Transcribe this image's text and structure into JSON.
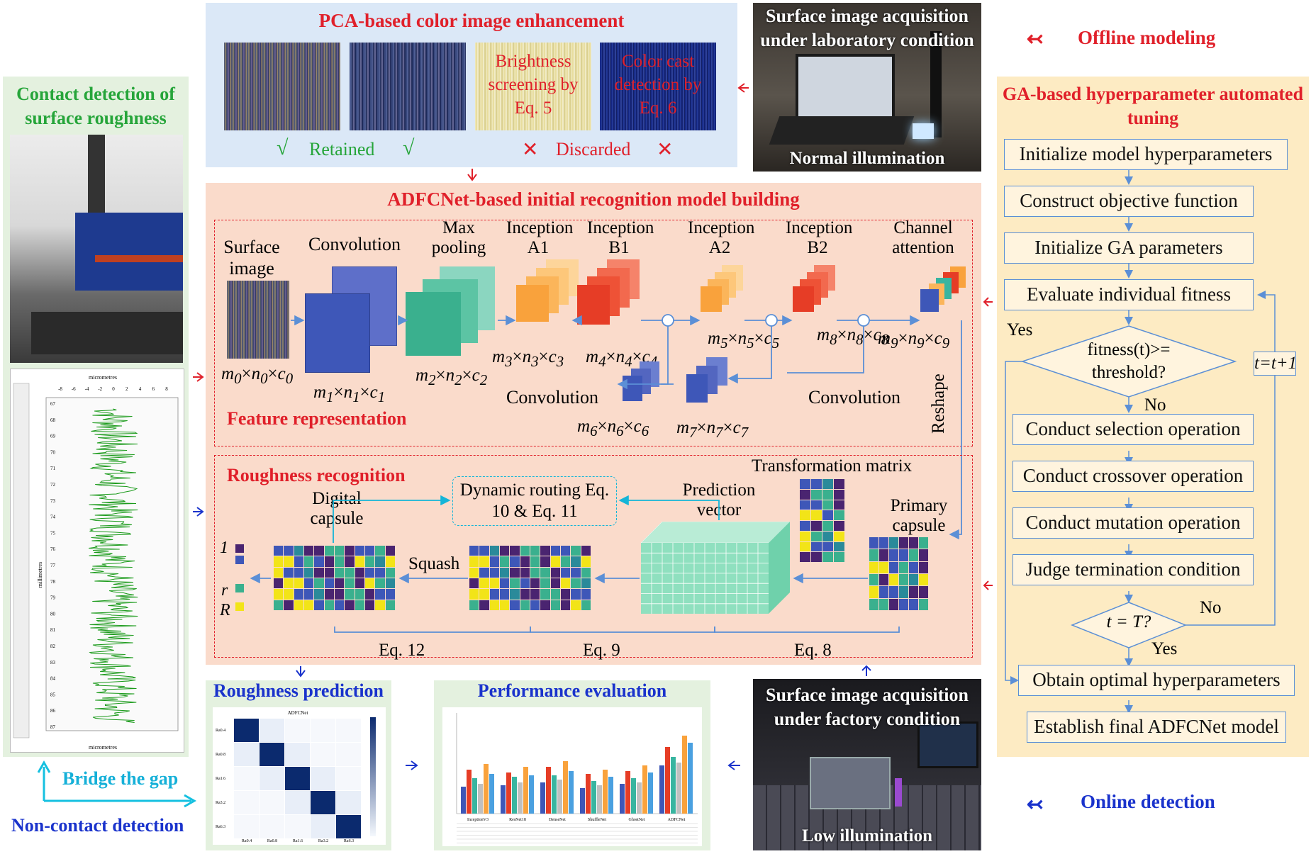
{
  "pca": {
    "title": "PCA-based color image enhancement",
    "brightness": "Brightness screening by Eq. 5",
    "colorcast": "Color cast detection by Eq. 6",
    "retained": "Retained",
    "discarded": "Discarded",
    "check": "√",
    "cross": "✕"
  },
  "lab": {
    "title": "Surface image acquisition under laboratory condition",
    "caption": "Normal illumination"
  },
  "offline": "Offline modeling",
  "online": "Online detection",
  "contact": {
    "title": "Contact detection of surface roughness",
    "plot_title": "micrometres",
    "plot_xlabel": "micrometres",
    "plot_ylabel": "millimetres",
    "plot_yticks": [
      "67",
      "68",
      "69",
      "70",
      "71",
      "72",
      "73",
      "74",
      "75",
      "76",
      "77",
      "78",
      "79",
      "80",
      "81",
      "82",
      "83",
      "84",
      "85",
      "86",
      "87"
    ],
    "plot_xticks": [
      "-8",
      "-6",
      "-4",
      "-2",
      "0",
      "2",
      "4",
      "6",
      "8"
    ]
  },
  "bridge": "Bridge the gap",
  "noncontact": "Non-contact detection",
  "adfc": {
    "title": "ADFCNet-based initial recognition model building",
    "feature": "Feature representation",
    "surface": "Surface image",
    "conv": "Convolution",
    "maxpool": "Max pooling",
    "incA1": "Inception A1",
    "incB1": "Inception B1",
    "incA2": "Inception A2",
    "incB2": "Inception B2",
    "channel": "Channel attention",
    "conv2": "Convolution",
    "conv3": "Convolution",
    "reshape": "Reshape",
    "dims": {
      "m0": [
        "m",
        "0",
        "×",
        "n",
        "0",
        "×",
        "c",
        "0"
      ],
      "m1": [
        "m",
        "1",
        "×",
        "n",
        "1",
        "×",
        "c",
        "1"
      ],
      "m2": [
        "m",
        "2",
        "×",
        "n",
        "2",
        "×",
        "c",
        "2"
      ],
      "m3": [
        "m",
        "3",
        "×",
        "n",
        "3",
        "×",
        "c",
        "3"
      ],
      "m4": [
        "m",
        "4",
        "×",
        "n",
        "4",
        "×",
        "c",
        "4"
      ],
      "m5": [
        "m",
        "5",
        "×",
        "n",
        "5",
        "×",
        "c",
        "5"
      ],
      "m6": [
        "m",
        "6",
        "×",
        "n",
        "6",
        "×",
        "c",
        "6"
      ],
      "m7": [
        "m",
        "7",
        "×",
        "n",
        "7",
        "×",
        "c",
        "7"
      ],
      "m8": [
        "m",
        "8",
        "×",
        "n",
        "8",
        "×",
        "c",
        "8"
      ],
      "m9": [
        "m",
        "9",
        "×",
        "n",
        "9",
        "×",
        "c",
        "9"
      ]
    }
  },
  "rough": {
    "title": "Roughness recognition",
    "digital": "Digital capsule",
    "dynamic": "Dynamic routing Eq. 10 & Eq. 11",
    "prediction": "Prediction vector",
    "transformation": "Transformation matrix",
    "primary": "Primary capsule",
    "squash": "Squash",
    "eq12": "Eq. 12",
    "eq9": "Eq. 9",
    "eq8": "Eq. 8",
    "out1": "1",
    "outr": "r",
    "outR": "R"
  },
  "ga": {
    "title": "GA-based hyperparameter automated tuning",
    "steps": [
      "Initialize model hyperparameters",
      "Construct objective function",
      "Initialize GA parameters",
      "Evaluate individual fitness"
    ],
    "decision1": "fitness(t)>= threshold?",
    "yes1": "Yes",
    "no1": "No",
    "steps2": [
      "Conduct selection operation",
      "Conduct crossover operation",
      "Conduct mutation operation",
      "Judge termination condition"
    ],
    "decision2": "t = T?",
    "no2": "No",
    "yes2": "Yes",
    "loop": "t=t+1",
    "final1": "Obtain optimal hyperparameters",
    "final2": "Establish final ADFCNet model"
  },
  "pred": {
    "title": "Roughness prediction",
    "chart_title": "ADFCNet",
    "labels": [
      "Ra0.4",
      "Ra0.8",
      "Ra1.6",
      "Ra3.2",
      "Ra6.3"
    ]
  },
  "perf": {
    "title": "Performance evaluation",
    "models": [
      "InceptionV3",
      "ResNet18",
      "DenseNet",
      "ShuffleNet",
      "GhostNet",
      "ADFCNet"
    ]
  },
  "factory": {
    "title": "Surface image acquisition under factory condition",
    "caption": "Low illumination"
  },
  "colors": {
    "red": "#e0202a",
    "green": "#26a53a",
    "blue": "#1a33cc",
    "panel_blue": "#dbe8f7",
    "panel_salmon": "#fadbcb",
    "panel_yellow": "#fdebc3",
    "panel_green": "#e4f1df"
  }
}
